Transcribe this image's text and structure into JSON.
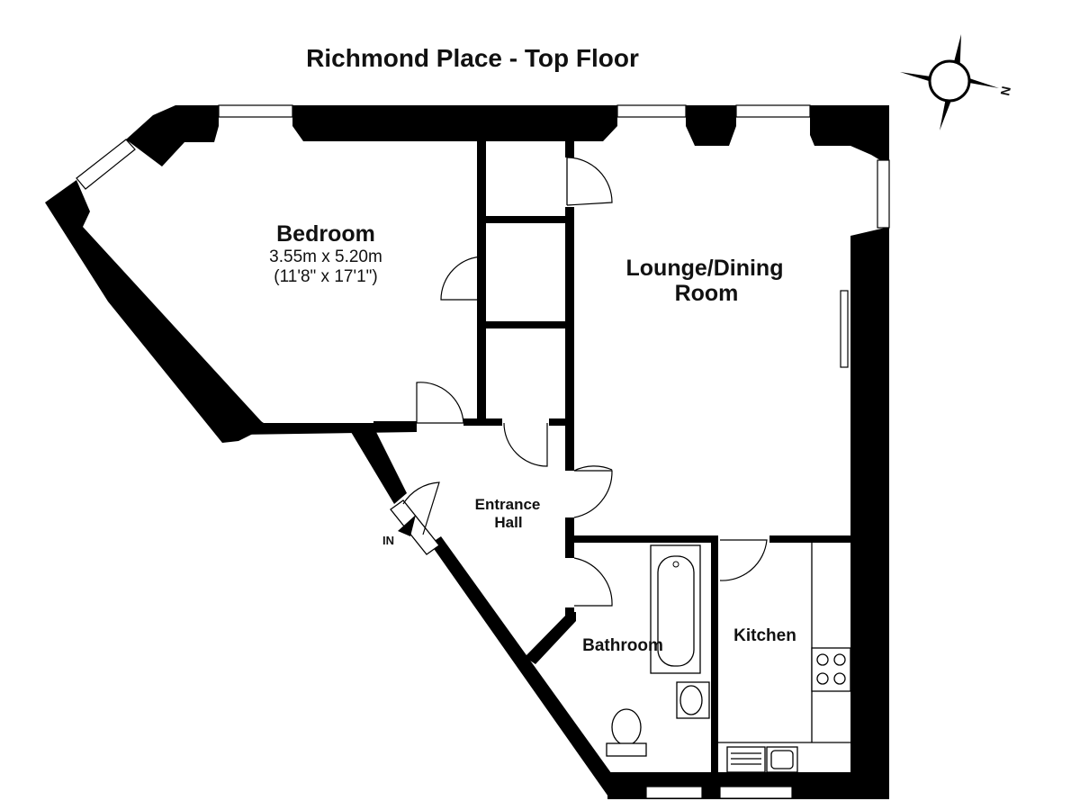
{
  "title": "Richmond Place - Top Floor",
  "compass": {
    "direction_label": "N",
    "icon": "compass-rose-icon"
  },
  "rooms": {
    "bedroom": {
      "name": "Bedroom",
      "metric": "3.55m x 5.20m",
      "imperial": "(11'8\" x 17'1\")"
    },
    "lounge": {
      "name_line1": "Lounge/Dining",
      "name_line2": "Room"
    },
    "entrance": {
      "name_line1": "Entrance",
      "name_line2": "Hall"
    },
    "bathroom": {
      "name": "Bathroom"
    },
    "kitchen": {
      "name": "Kitchen"
    }
  },
  "entry_label": "IN",
  "colors": {
    "walls": "#000000",
    "background": "#ffffff"
  }
}
